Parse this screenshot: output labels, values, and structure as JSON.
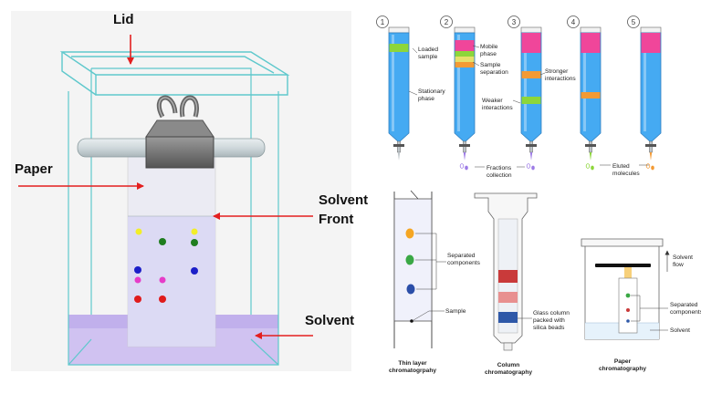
{
  "left_diagram": {
    "lid_label": "Lid",
    "paper_label": "Paper",
    "solvent_front_label_1": "Solvent",
    "solvent_front_label_2": "Front",
    "solvent_label": "Solvent"
  },
  "column_steps": {
    "numbers": [
      "1",
      "2",
      "3",
      "4",
      "5"
    ],
    "loaded_sample_1": "Loaded",
    "loaded_sample_2": "sample",
    "stationary_phase_1": "Stationary",
    "stationary_phase_2": "phase",
    "mobile_phase_1": "Mobile",
    "mobile_phase_2": "phase",
    "sample_separation_1": "Sample",
    "sample_separation_2": "separation",
    "stronger_1": "Stronger",
    "stronger_2": "interactions",
    "weaker_1": "Weaker",
    "weaker_2": "interactions",
    "fractions_1": "Fractions",
    "fractions_2": "collection",
    "eluted_1": "Eluted",
    "eluted_2": "molecules"
  },
  "types": {
    "tlc_separated_1": "Separated",
    "tlc_separated_2": "components",
    "tlc_sample": "Sample",
    "tlc_title_1": "Thin layer",
    "tlc_title_2": "chromatogrpahy",
    "col_glass_1": "Glass column",
    "col_glass_2": "packed with",
    "col_glass_3": "silica beads",
    "col_title_1": "Column",
    "col_title_2": "chromatography",
    "paper_flow_1": "Solvent",
    "paper_flow_2": "flow",
    "paper_separated_1": "Separated",
    "paper_separated_2": "components",
    "paper_solvent": "Solvent",
    "paper_title_1": "Paper",
    "paper_title_2": "chromatography"
  },
  "colors": {
    "teal_outline": "#5ec8cc",
    "arrow_red": "#e31f1f",
    "column_blue": "#45aaf2",
    "sample_green": "#8dd63a",
    "mobile_pink": "#f0469a",
    "band_orange": "#f39a34",
    "solvent_lavender": "#c9b8f0"
  }
}
